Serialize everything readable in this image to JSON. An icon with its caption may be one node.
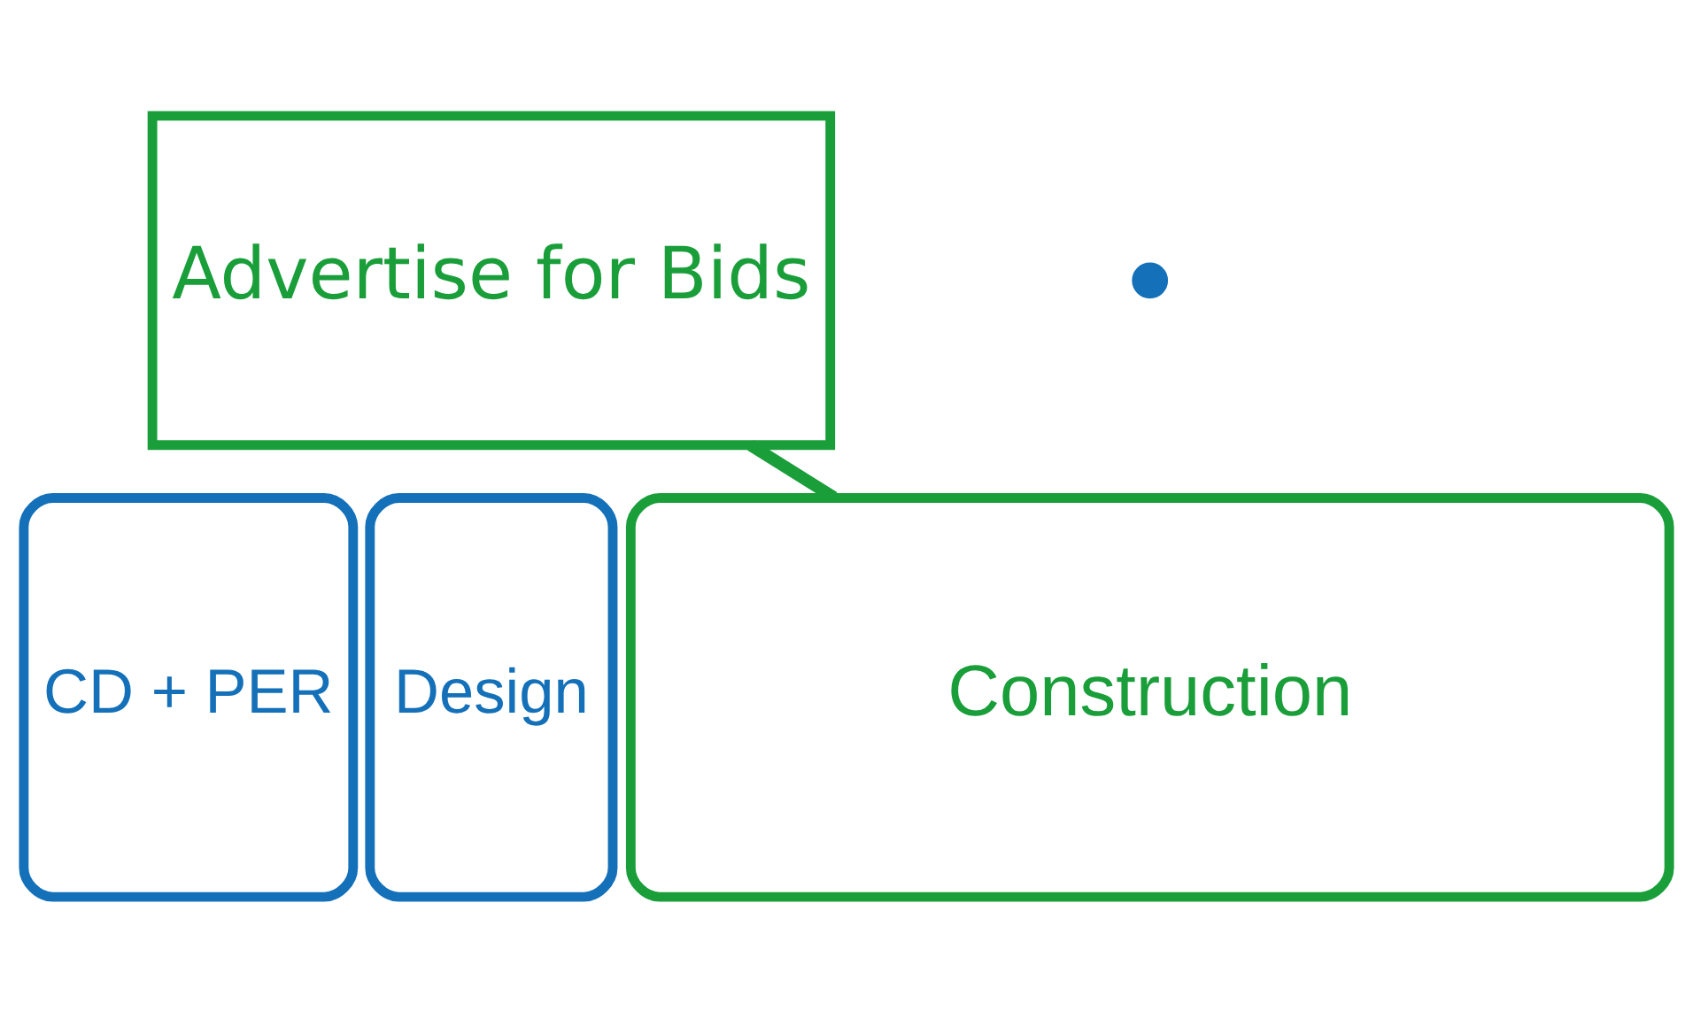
{
  "diagram": {
    "nodes": [
      {
        "text": [
          "Advertise for Bids"
        ]
      },
      {
        "text": [
          "CD + PER"
        ]
      },
      {
        "text": [
          "Design"
        ]
      },
      {
        "text": [
          "Construction"
        ]
      },
      {
        "text": [],
        "shape": "circle"
      }
    ],
    "edges": [
      {
        "from": 0,
        "to": 3,
        "arrow": "none",
        "color": "#1a9e3a"
      }
    ]
  }
}
